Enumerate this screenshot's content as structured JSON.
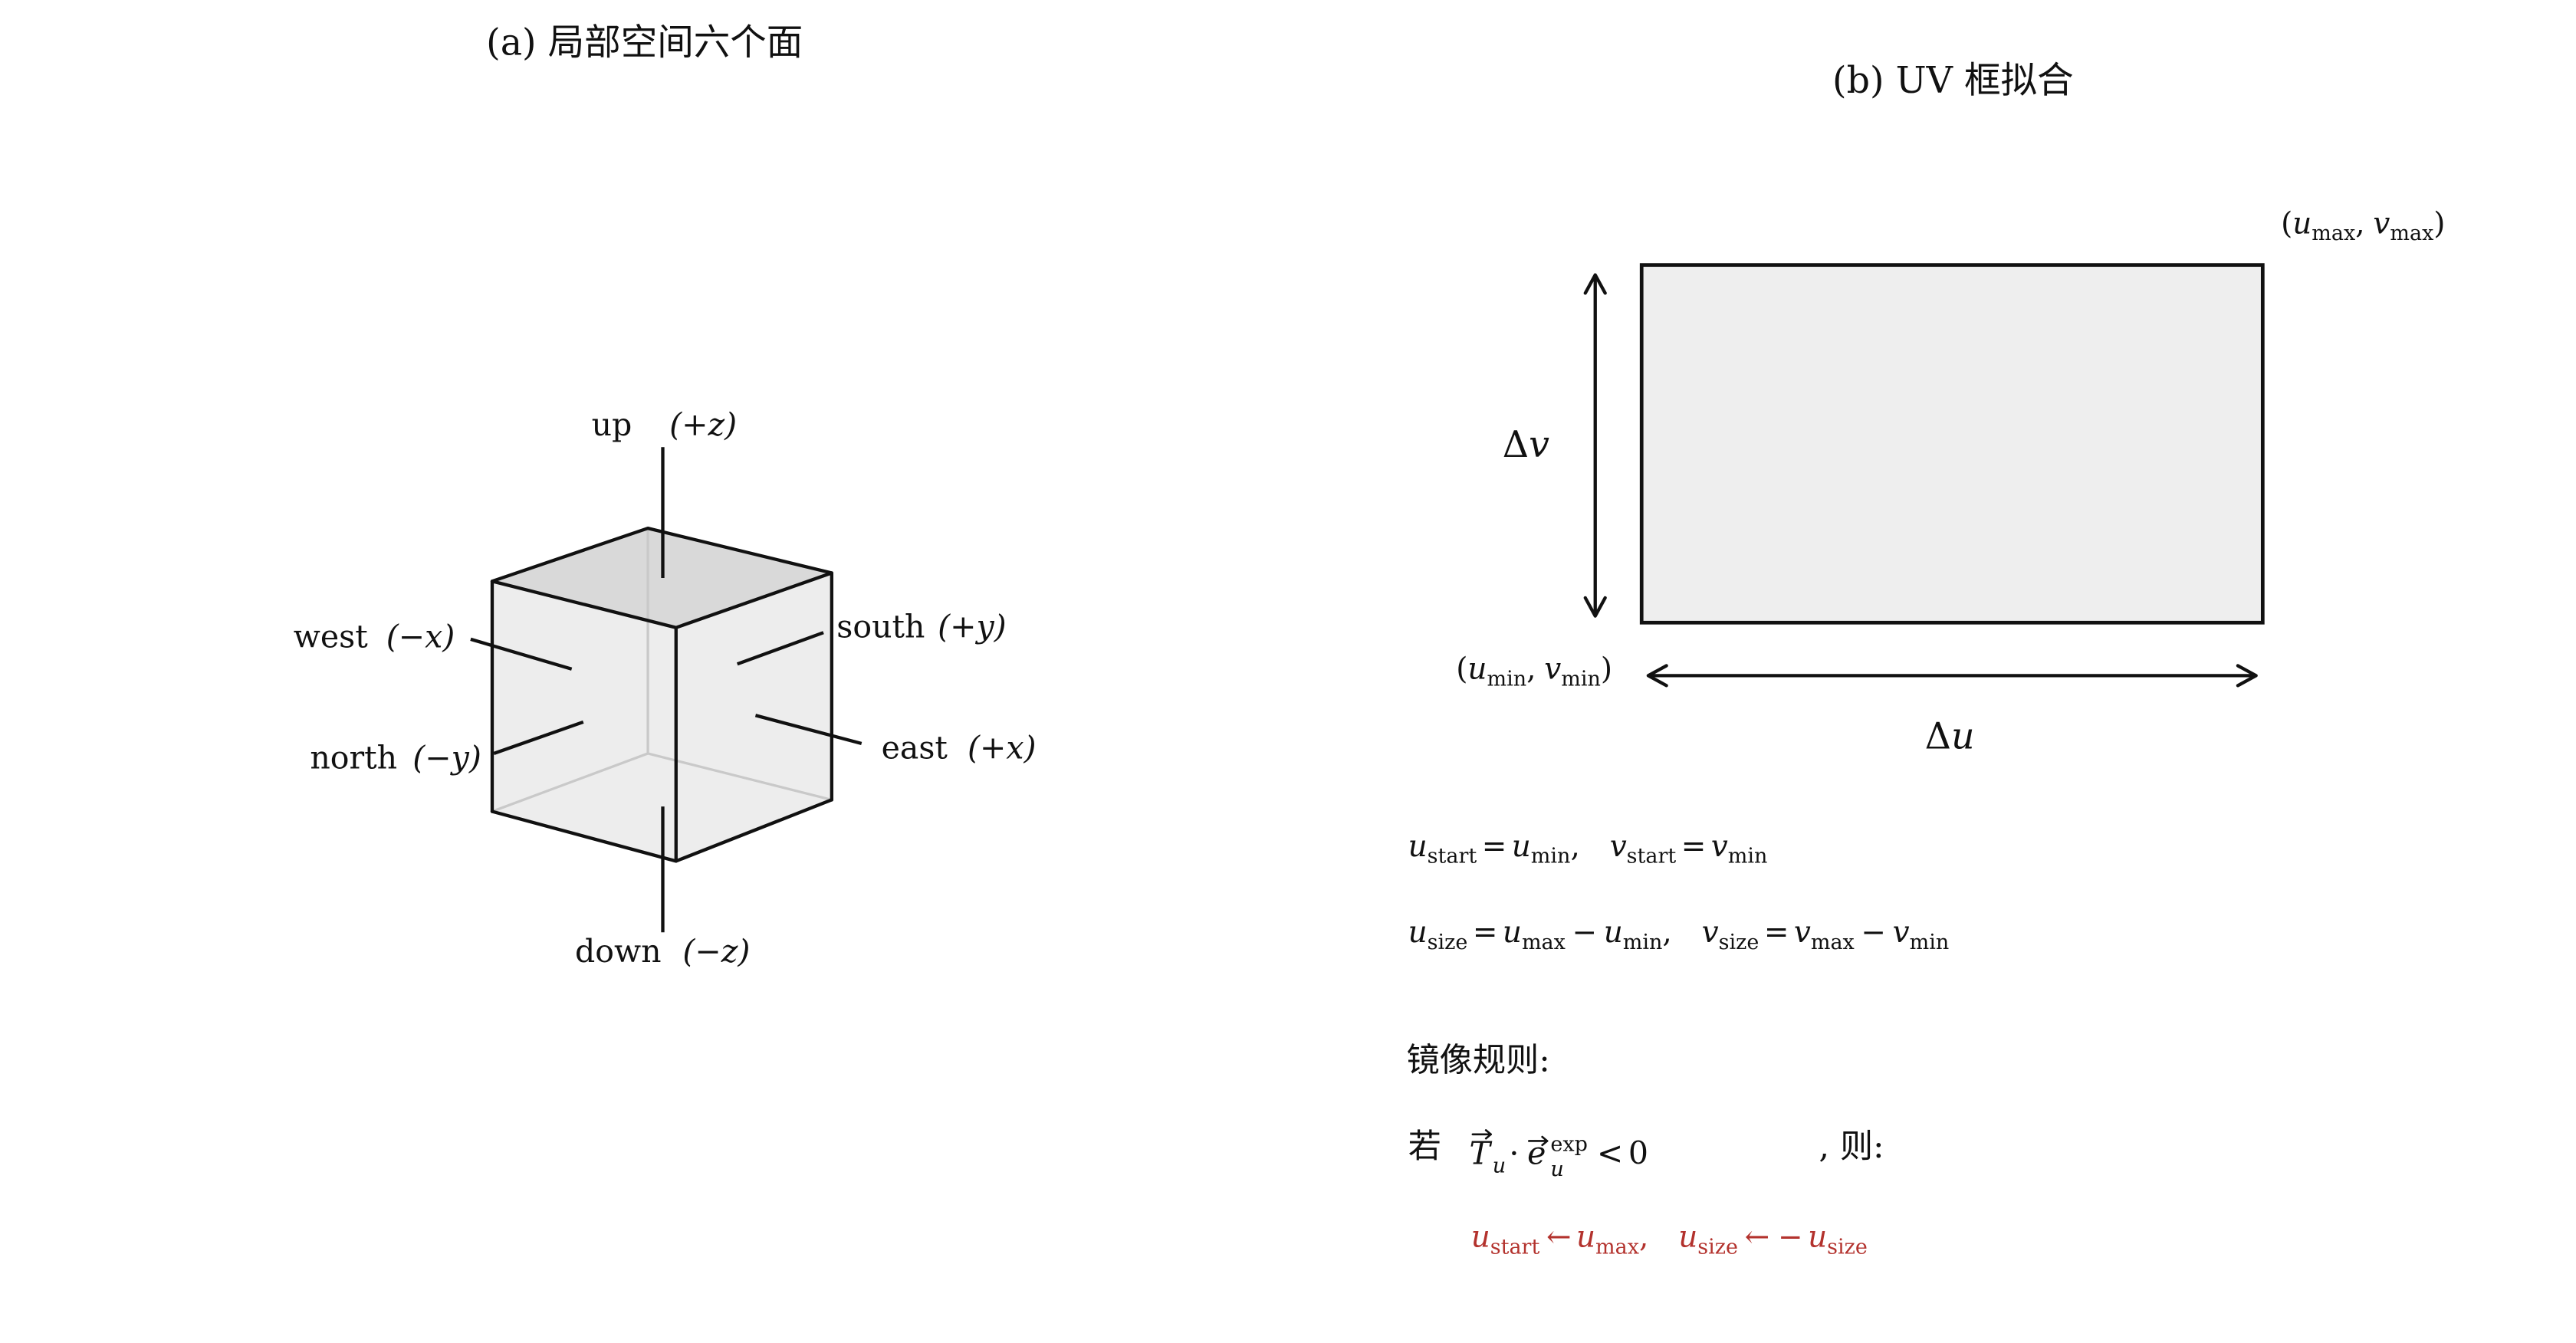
{
  "panel_a": {
    "title": "(a) 局部空间六个面",
    "faces": {
      "up": {
        "label": "up",
        "axis": "(+z)"
      },
      "west": {
        "label": "west",
        "axis": "(−x)"
      },
      "south": {
        "label": "south",
        "axis": "(+y)"
      },
      "north": {
        "label": "north",
        "axis": "(−y)"
      },
      "east": {
        "label": "east",
        "axis": "(+x)"
      },
      "down": {
        "label": "down",
        "axis": "(−z)"
      }
    }
  },
  "panel_b": {
    "title": "(b) UV 框拟合",
    "corner_max": [
      "(",
      {
        "base": "u",
        "sub": "max"
      },
      ",",
      {
        "base": "v",
        "sub": "max"
      },
      ")"
    ],
    "corner_min": [
      "(",
      {
        "base": "u",
        "sub": "min"
      },
      ",",
      {
        "base": "v",
        "sub": "min"
      },
      ")"
    ],
    "delta_v": {
      "symbol": "Δ",
      "var": "v"
    },
    "delta_u": {
      "symbol": "Δ",
      "var": "u"
    },
    "start_eq": [
      {
        "base": "u",
        "sub": "start"
      },
      "=",
      {
        "base": "u",
        "sub": "min"
      },
      ",",
      {
        "base": "v",
        "sub": "start"
      },
      "=",
      {
        "base": "v",
        "sub": "min"
      }
    ],
    "size_eq": [
      {
        "base": "u",
        "sub": "size"
      },
      "=",
      {
        "base": "u",
        "sub": "max"
      },
      "−",
      {
        "base": "u",
        "sub": "min"
      },
      ",",
      {
        "base": "v",
        "sub": "size"
      },
      "=",
      {
        "base": "v",
        "sub": "max"
      },
      "−",
      {
        "base": "v",
        "sub": "min"
      }
    ],
    "mirror_rule": {
      "heading": "镜像规则:",
      "if_word": "若",
      "condition": [
        {
          "base": "T",
          "sub": "u",
          "accent_icon": "vector-arrow-icon"
        },
        "·",
        {
          "base": "e",
          "sub": "u",
          "sup": "exp",
          "accent_icon": "vector-arrow-icon"
        },
        "<",
        "0"
      ],
      "then_word": ", 则:",
      "assignment": [
        {
          "base": "u",
          "sub": "start"
        },
        "←",
        {
          "base": "u",
          "sub": "max"
        },
        ",",
        {
          "base": "u",
          "sub": "size"
        },
        "←",
        "−",
        {
          "base": "u",
          "sub": "size"
        }
      ]
    }
  },
  "colors": {
    "ink": "#111111",
    "top_face": "#d7d7d7",
    "side_face": "#ececec",
    "hidden_edge": "#c9c9c9",
    "uv_box": "#eeeeee",
    "highlight": "#b3322d"
  }
}
